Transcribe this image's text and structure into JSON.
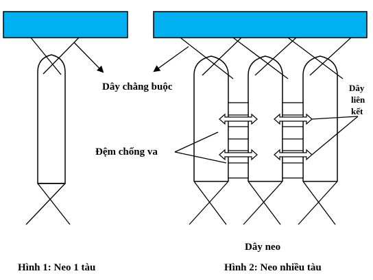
{
  "colors": {
    "pier": "#00B0F0",
    "stroke": "#000000",
    "arrow_fill": "#ffffff",
    "background": "#ffffff"
  },
  "labels": {
    "mooring_line": "Dây chằng buộc",
    "fender": "Đệm chống va",
    "link_line": [
      "Dây",
      "liên",
      "kết"
    ],
    "anchor_line": "Dây neo"
  },
  "captions": {
    "fig1": "Hình 1: Neo 1 tàu",
    "fig2": "Hình 2: Neo nhiều tàu"
  }
}
